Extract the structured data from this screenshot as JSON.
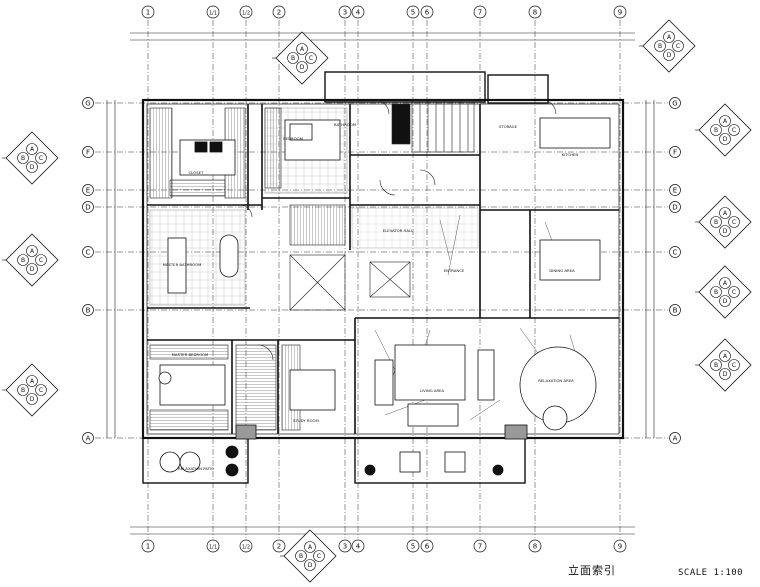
{
  "drawing": {
    "title": "立面索引",
    "scale": "SCALE 1:100"
  },
  "grid": {
    "columns": [
      "1",
      "1/1",
      "1/2",
      "2",
      "3",
      "4",
      "5",
      "6",
      "7",
      "8",
      "9"
    ],
    "rows": [
      "G",
      "F",
      "E",
      "D",
      "C",
      "B",
      "A"
    ]
  },
  "rooms": [
    {
      "id": "bathroom",
      "label": "BATHROOM"
    },
    {
      "id": "bedroom",
      "label": "BEDROOM"
    },
    {
      "id": "storage",
      "label": "STORAGE"
    },
    {
      "id": "kitchen",
      "label": "KITCHEN"
    },
    {
      "id": "closet",
      "label": "CLOSET"
    },
    {
      "id": "master-bathroom",
      "label": "MASTER BATHROOM"
    },
    {
      "id": "elevator-hall",
      "label": "ELEVATOR HALL"
    },
    {
      "id": "entrance",
      "label": "ENTRANCE"
    },
    {
      "id": "dining-area",
      "label": "DINING AREA"
    },
    {
      "id": "master-bedroom",
      "label": "MASTER BEDROOM"
    },
    {
      "id": "living-area",
      "label": "LIVING AREA"
    },
    {
      "id": "relaxation-area",
      "label": "RELAXATION AREA"
    },
    {
      "id": "study-room",
      "label": "STUDY ROOM"
    },
    {
      "id": "relaxation-patio",
      "label": "RELAXATION PATIO"
    }
  ],
  "index_letters": [
    "A",
    "B",
    "C",
    "D"
  ]
}
